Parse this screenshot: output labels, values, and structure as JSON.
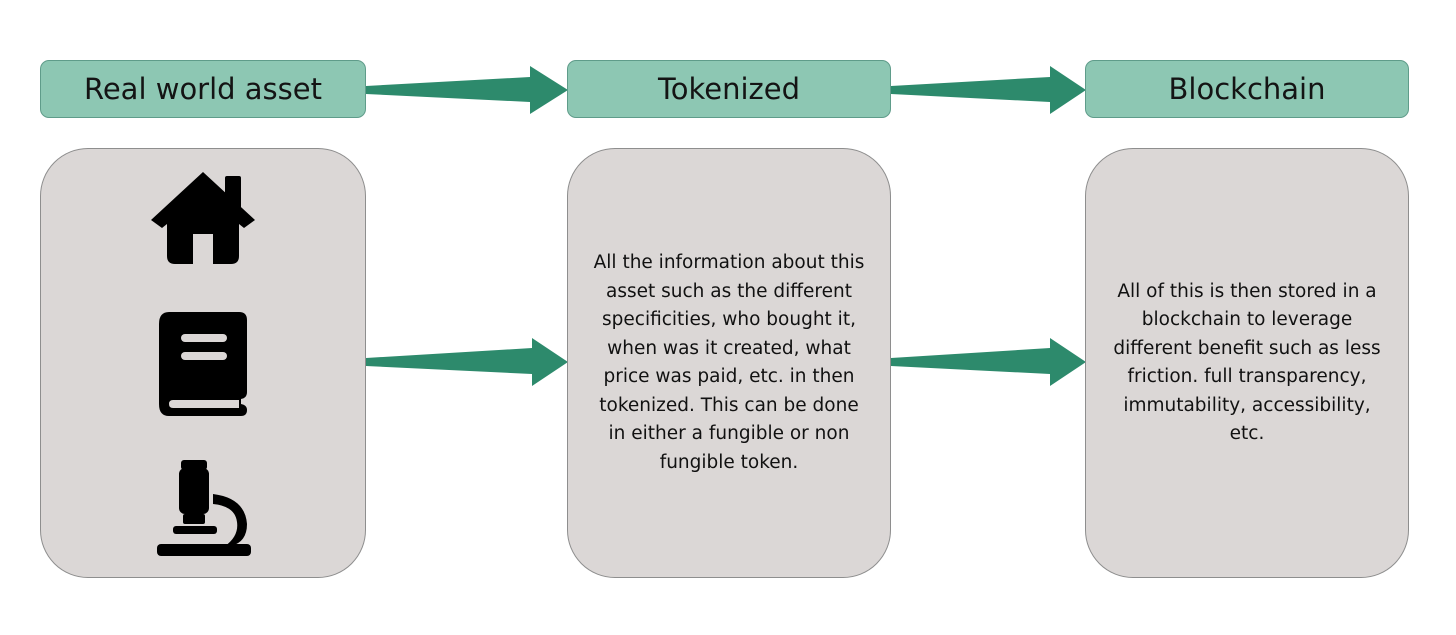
{
  "colors": {
    "header_fill": "#8dc7b3",
    "card_fill": "#dbd7d6",
    "arrow": "#2d8a6c",
    "icon": "#000000"
  },
  "stages": [
    {
      "title": "Real world asset",
      "icons": [
        "house-icon",
        "book-icon",
        "microscope-icon"
      ]
    },
    {
      "title": "Tokenized",
      "text": "All the information about this\nasset such as the different\nspecificities, who bought it,\nwhen was it created, what\nprice was paid, etc. in then\ntokenized. This can be done\nin either a fungible or non\nfungible token."
    },
    {
      "title": "Blockchain",
      "text": "All of this is then stored in a\nblockchain to leverage\ndifferent benefit such as less\nfriction. full transparency,\nimmutability, accessibility,\netc."
    }
  ]
}
